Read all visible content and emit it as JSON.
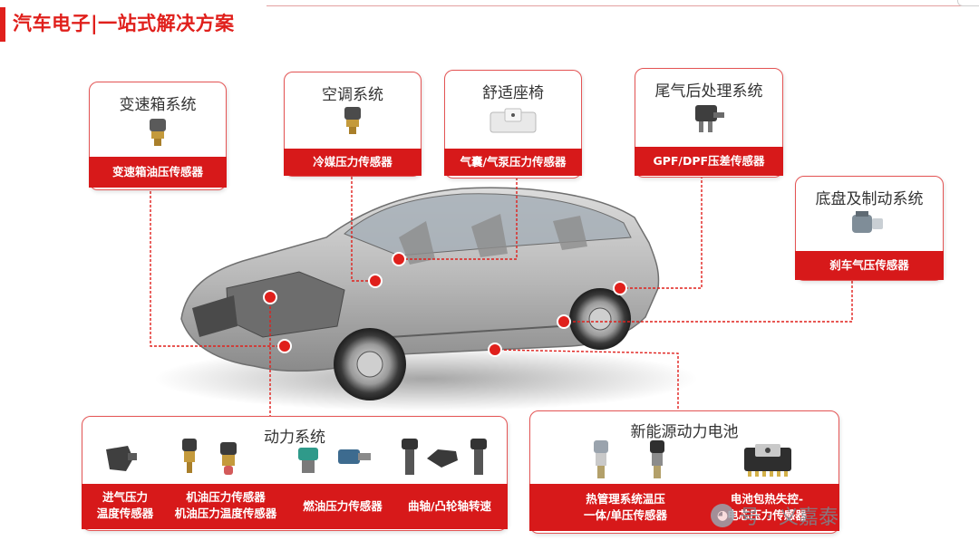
{
  "page": {
    "title": "汽车电子|一站式解决方案"
  },
  "panels": {
    "transmission": {
      "title": "变速箱系统",
      "label": "变速箱油压传感器"
    },
    "ac": {
      "title": "空调系统",
      "label": "冷媒压力传感器"
    },
    "seat": {
      "title": "舒适座椅",
      "label": "气囊/气泵压力传感器"
    },
    "exhaust": {
      "title": "尾气后处理系统",
      "label": "GPF/DPF压差传感器"
    },
    "chassis": {
      "title": "底盘及制动系统",
      "label": "刹车气压传感器"
    },
    "powertrain": {
      "title": "动力系统",
      "labels": {
        "intake_l1": "进气压力",
        "intake_l2": "温度传感器",
        "oil_l1": "机油压力传感器",
        "oil_l2": "机油压力温度传感器",
        "fuel": "燃油压力传感器",
        "crank": "曲轴/凸轮轴转速"
      }
    },
    "battery": {
      "title": "新能源动力电池",
      "labels": {
        "thermal_l1": "热管理系统温压",
        "thermal_l2": "一体/单压传感器",
        "pack_l1": "电池包热失控-",
        "pack_l2": "电芯压力传感器"
      }
    }
  },
  "watermark": {
    "text": "号 · 义嘉泰"
  },
  "colors": {
    "accent": "#d7191a",
    "panel_border": "#e45454",
    "leader": "#e0201c"
  }
}
